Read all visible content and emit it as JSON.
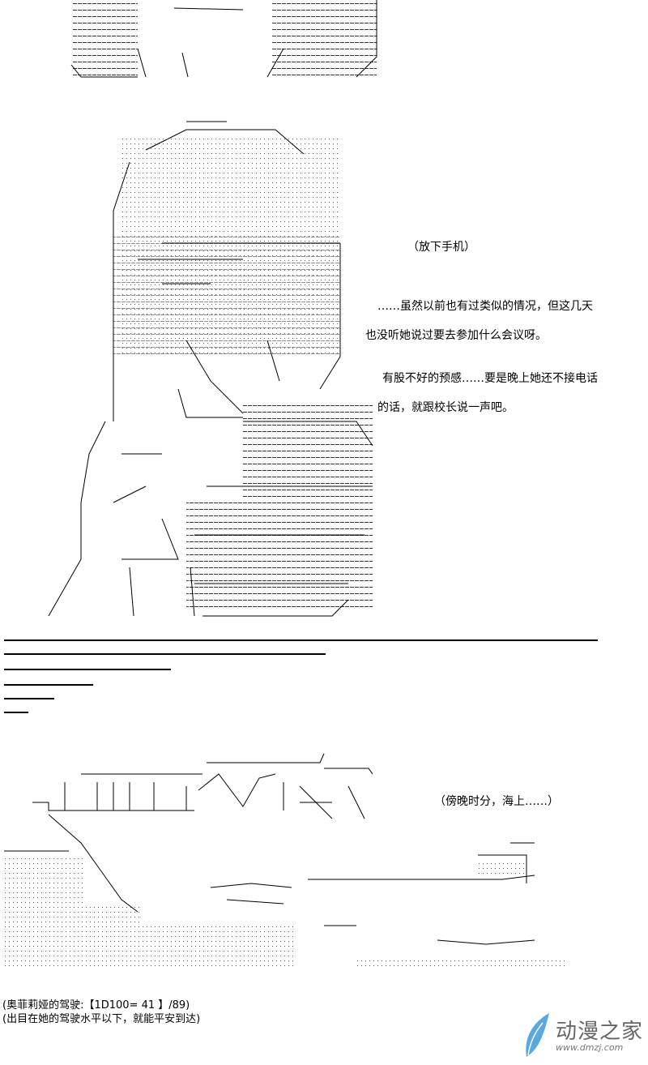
{
  "dialogue": [
    "（放下手机）",
    "……虽然以前也有过类似的情况，但这几天",
    "也没听她说过要去参加什么会议呀。",
    "有股不好的预感……要是晚上她还不接电话",
    "的话，就跟校长说一声吧。"
  ],
  "scene_caption": "（傍晚时分，海上……）",
  "dice": {
    "line1": "(奥菲莉娅的驾驶:【1D100= 41 】/89)",
    "line2": "(出目在她的驾驶水平以下，就能平安到达)"
  },
  "watermark": {
    "name": "动漫之家",
    "url": "www.dmzj.com",
    "brand_color": "#5aa8e0"
  }
}
